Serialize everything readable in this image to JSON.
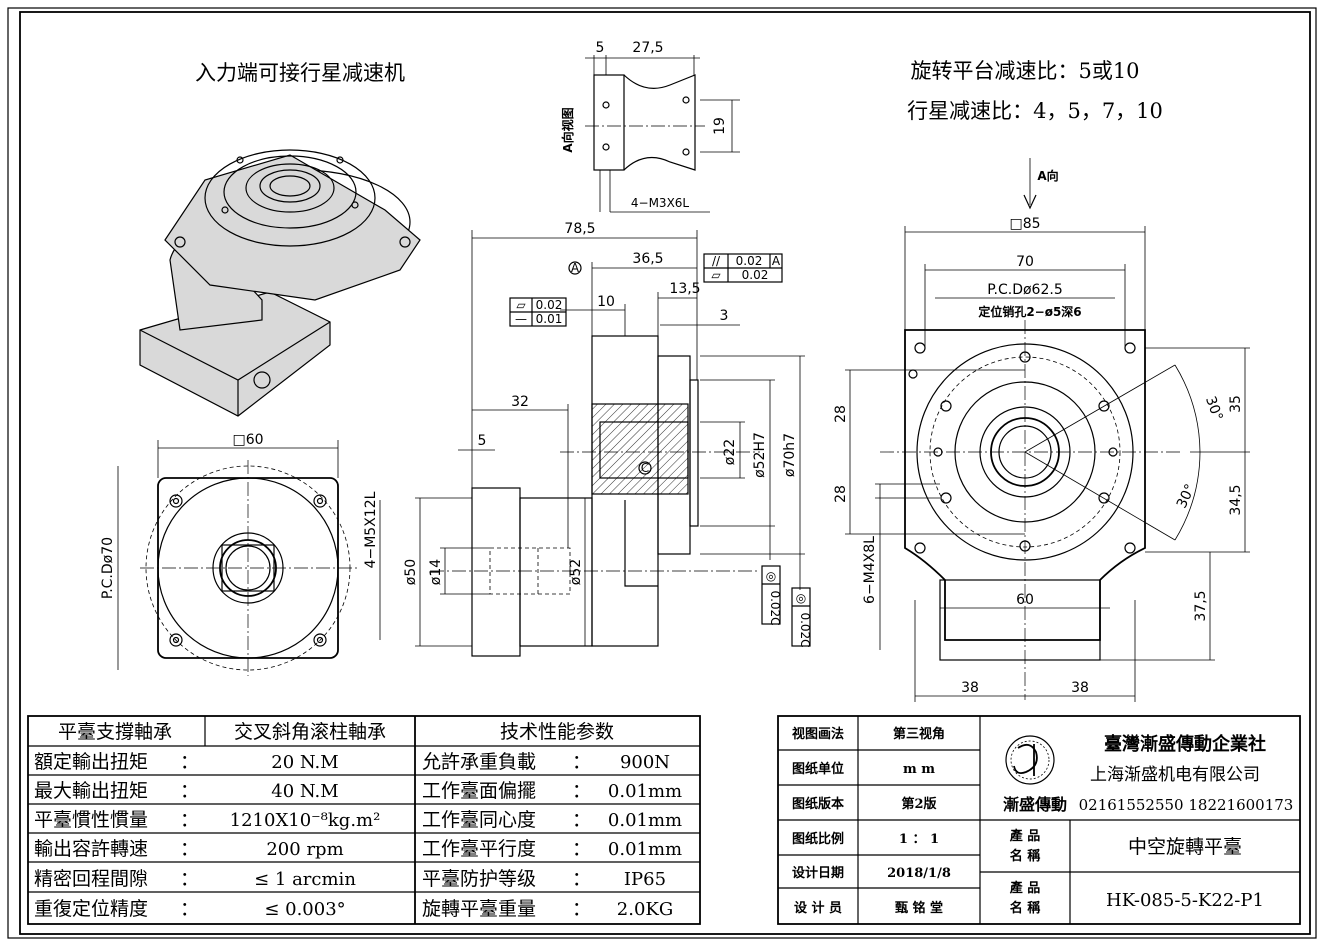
{
  "drawing": {
    "input_title": "入力端可接行星减速机",
    "ratio_platform": "旋转平台减速比：5或10",
    "ratio_planetary": "行星减速比：4，5，7，10",
    "view_a_side": "A向视图",
    "view_a_arrow": "A向"
  },
  "dims": {
    "top_5": "5",
    "top_27_5": "27,5",
    "top_19": "19",
    "top_thread": "4−M3X6L",
    "d_78_5": "78,5",
    "d_36_5": "36,5",
    "d_13_5": "13,5",
    "d_10": "10",
    "d_3": "3",
    "d_32": "32",
    "d_5": "5",
    "d_phi22": "ø22",
    "d_phi52h7": "ø52H7",
    "d_phi70h7": "ø70h7",
    "d_phi50": "ø50",
    "d_phi14": "ø14",
    "d_phi52": "ø52",
    "box60": "□60",
    "pcd70": "P.C.Dø70",
    "thread_m5": "4−M5X12L",
    "box85": "□85",
    "w70": "70",
    "pcd62_5": "P.C.Dø62.5",
    "pin_hole": "定位销孔2−ø5深6",
    "d_35": "35",
    "d_34_5": "34,5",
    "d_37_5": "37,5",
    "d_28a": "28",
    "d_28b": "28",
    "d_60": "60",
    "d_38a": "38",
    "d_38b": "38",
    "thread_m4": "6−M4X8L",
    "ang_30a": "30°",
    "ang_30b": "30°",
    "tol_parallel": "0.02",
    "tol_ref_a": "A",
    "tol_flat": "0.02",
    "tol_flat2": "0.02",
    "tol_straight": "0.01",
    "tol_conc1": "0.02C",
    "tol_conc2": "0.02C",
    "datum_a": "A",
    "datum_c": "C"
  },
  "spec_table": {
    "header_left": "平臺支撐軸承",
    "header_left_value": "交叉斜角滚柱軸承",
    "header_right": "技术性能参数",
    "rows": [
      {
        "label": "額定輸出扭矩",
        "colon": "：",
        "value": "20 N.M",
        "label2": "允許承重負載",
        "colon2": "：",
        "value2": "900N"
      },
      {
        "label": "最大輸出扭矩",
        "colon": "：",
        "value": "40 N.M",
        "label2": "工作臺面偏擺",
        "colon2": "：",
        "value2": "0.01mm"
      },
      {
        "label": "平臺慣性慣量",
        "colon": "：",
        "value": "1210X10⁻⁸kg.m²",
        "label2": "工作臺同心度",
        "colon2": "：",
        "value2": "0.01mm"
      },
      {
        "label": "輸出容許轉速",
        "colon": "：",
        "value": "200 rpm",
        "label2": "工作臺平行度",
        "colon2": "：",
        "value2": "0.01mm"
      },
      {
        "label": "精密回程間隙",
        "colon": "：",
        "value": "≤ 1 arcmin",
        "label2": "平臺防护等级",
        "colon2": "：",
        "value2": "IP65"
      },
      {
        "label": "重復定位精度",
        "colon": "：",
        "value": "≤ 0.003°",
        "label2": "旋轉平臺重量",
        "colon2": "：",
        "value2": "2.0KG"
      }
    ]
  },
  "title_block": {
    "rows": [
      {
        "label": "视图画法",
        "value": "第三视角"
      },
      {
        "label": "图纸单位",
        "value": "m m"
      },
      {
        "label": "图纸版本",
        "value": "第2版"
      },
      {
        "label": "图纸比例",
        "value": "1 ： 1"
      },
      {
        "label": "设计日期",
        "value": "2018/1/8"
      },
      {
        "label": "设 计 员",
        "value": "甄 铭 堂"
      }
    ],
    "company_tw": "臺灣漸盛傳動企業社",
    "company_sh": "上海渐盛机电有限公司",
    "brand": "漸盛傳動",
    "phones": "02161552550 18221600173",
    "product_label_a": "產 品",
    "product_label_b": "名 稱",
    "product_name": "中空旋轉平臺",
    "model_label_a": "產 品",
    "model_label_b": "名 稱",
    "model": "HK-085-5-K22-P1"
  }
}
